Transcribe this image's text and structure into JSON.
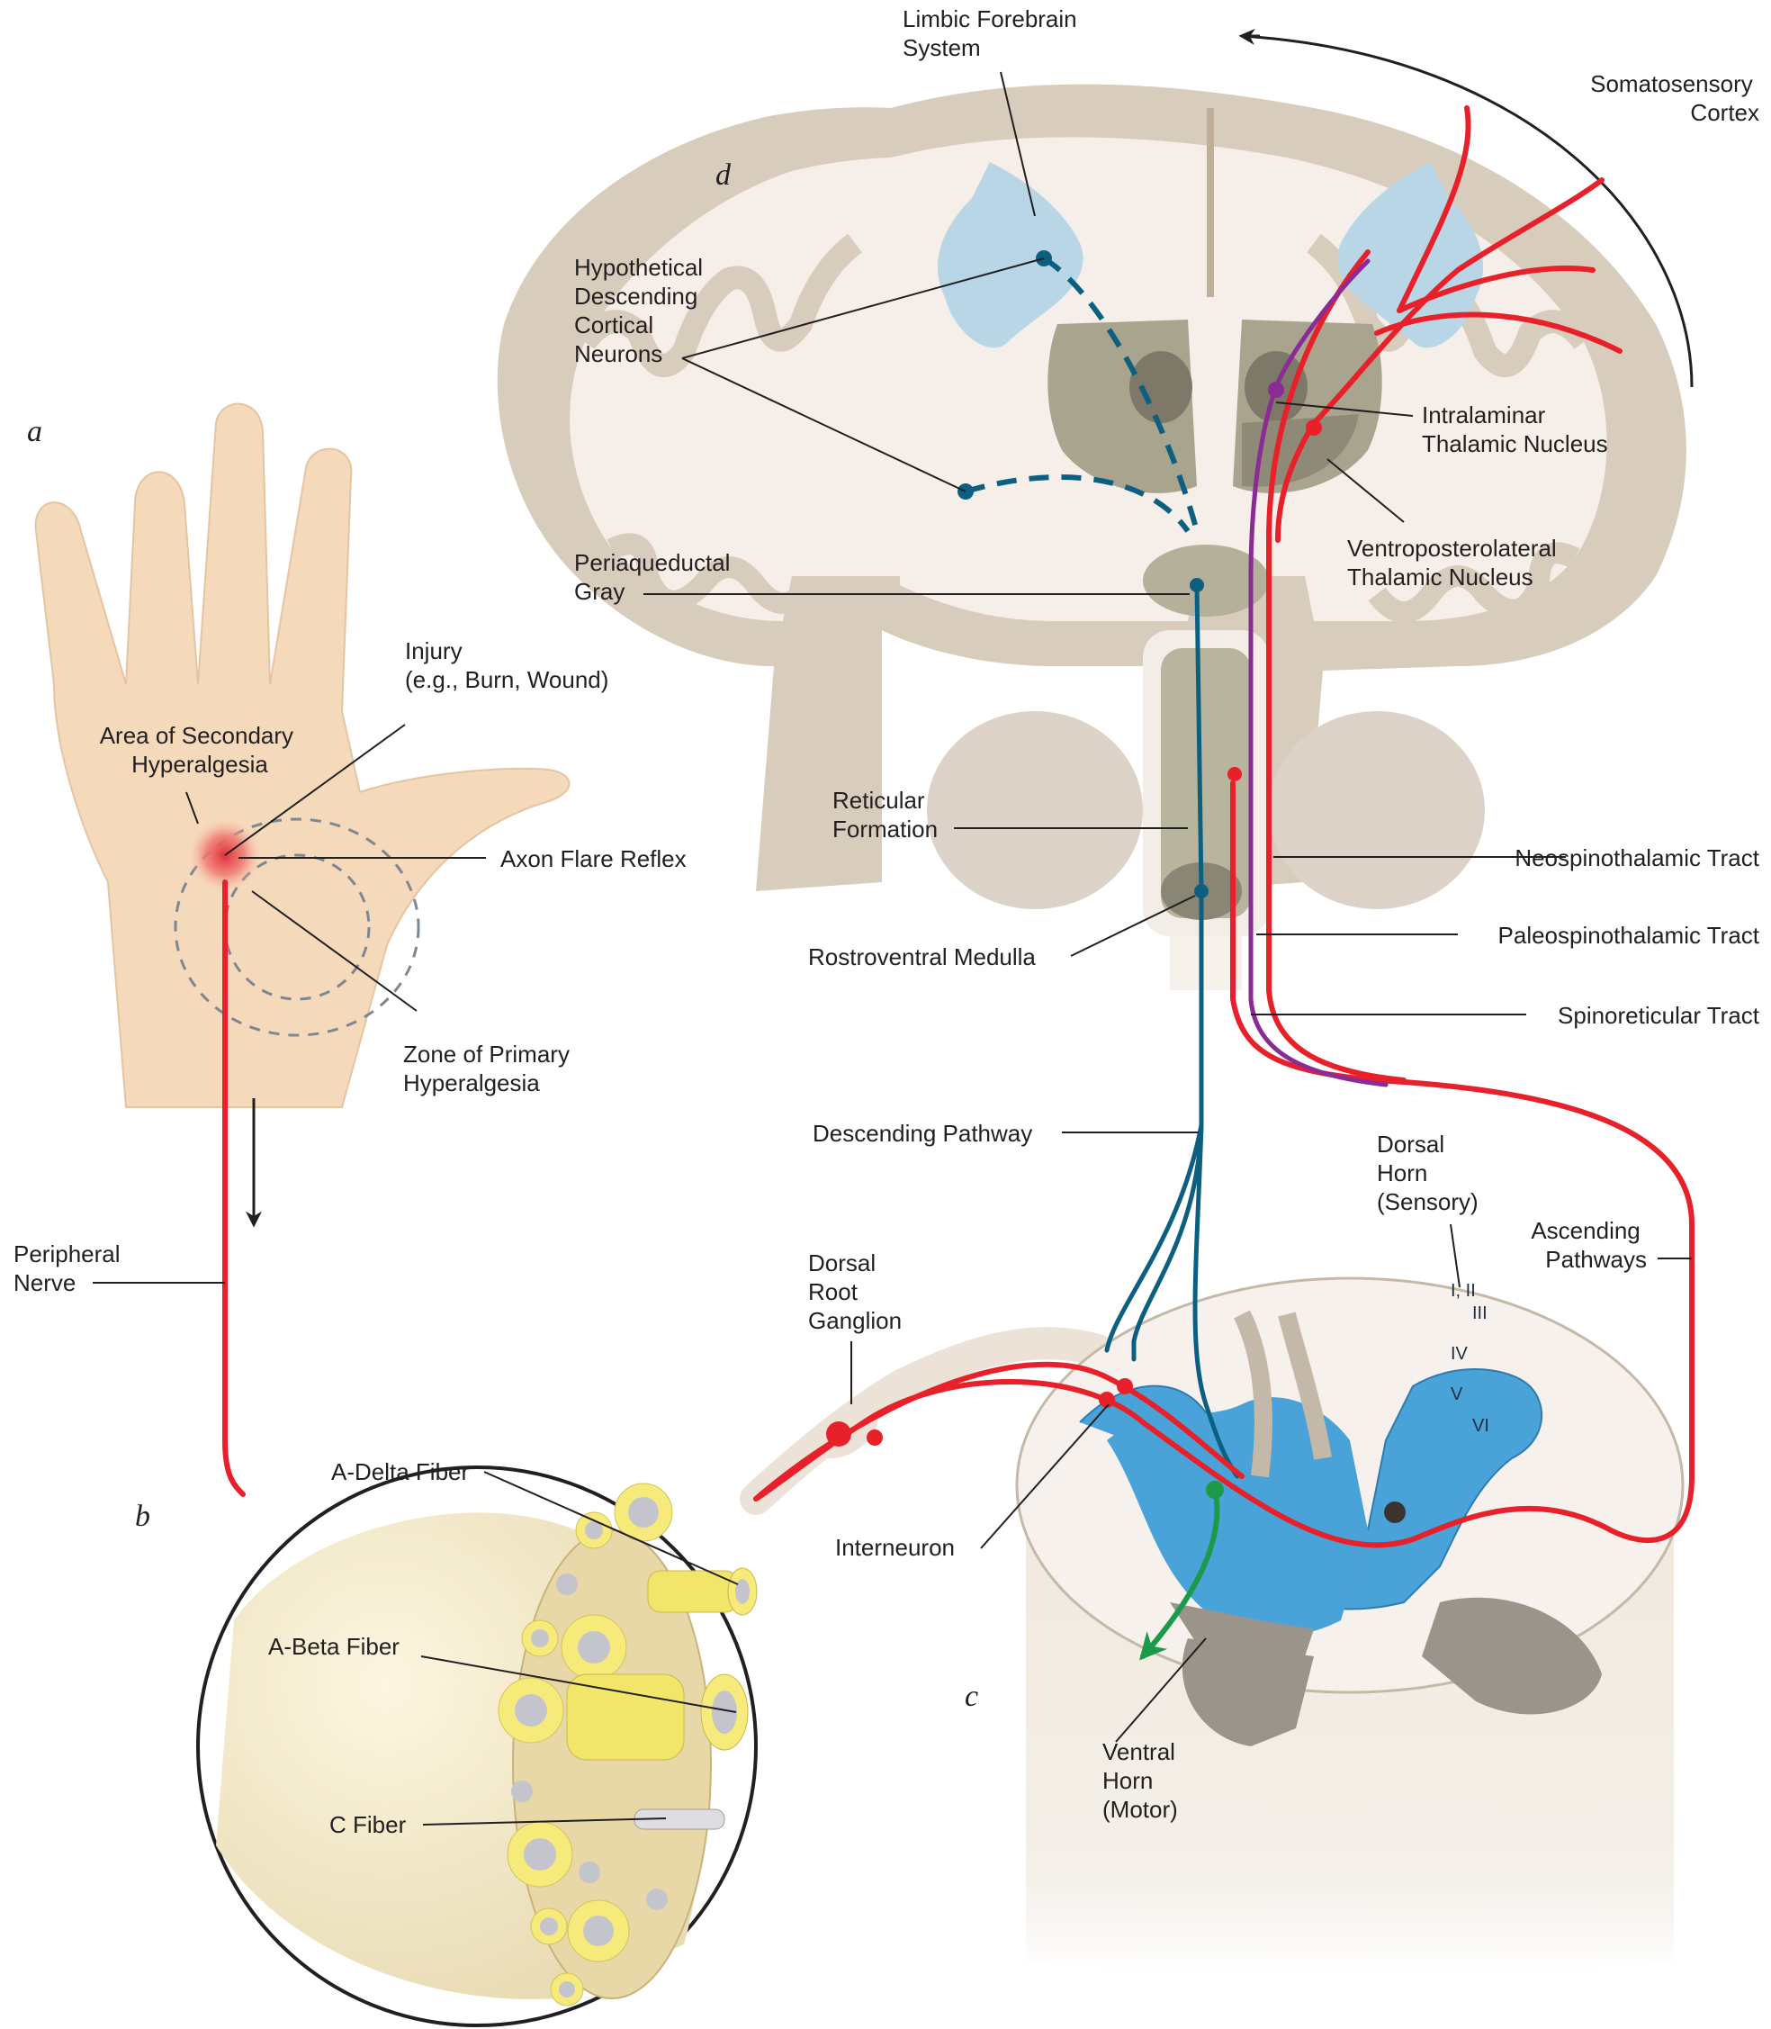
{
  "figure": {
    "panels": {
      "a": "a",
      "b": "b",
      "c": "c",
      "d": "d"
    },
    "colors": {
      "ascending_red": "#e8202a",
      "paleospinothalamic_purple": "#8a2b96",
      "descending_teal": "#0d5f80",
      "motor_green": "#1b9a4a",
      "dorsal_horn_blue": "#4aa3d8",
      "limbic_blue": "#b9d6e6",
      "cortex_tan": "#d8ccbc",
      "thalamus_olive": "#a8a48e",
      "skin": "#f5d9bb"
    },
    "labels": {
      "limbic": [
        "Limbic Forebrain",
        "System"
      ],
      "somatosensory": [
        "Somatosensory",
        "Cortex"
      ],
      "hypothetical": [
        "Hypothetical",
        "Descending",
        "Cortical",
        "Neurons"
      ],
      "intralaminar": [
        "Intralaminar",
        "Thalamic Nucleus"
      ],
      "vpl": [
        "Ventroposterolateral",
        "Thalamic Nucleus"
      ],
      "periaqueductal": [
        "Periaqueductal",
        "Gray"
      ],
      "injury": [
        "Injury",
        "(e.g., Burn, Wound)"
      ],
      "secondary": [
        "Area of Secondary",
        "Hyperalgesia"
      ],
      "axon_flare": "Axon Flare Reflex",
      "primary": [
        "Zone of Primary",
        "Hyperalgesia"
      ],
      "reticular": [
        "Reticular",
        "Formation"
      ],
      "neospino": "Neospinothalamic Tract",
      "rostroventral": "Rostroventral Medulla",
      "paleospino": "Paleospinothalamic Tract",
      "spinoreticular": "Spinoreticular Tract",
      "descending": "Descending Pathway",
      "dorsal_horn": [
        "Dorsal",
        "Horn",
        "(Sensory)"
      ],
      "ascending": [
        "Ascending",
        "Pathways"
      ],
      "peripheral": [
        "Peripheral",
        "Nerve"
      ],
      "drg": [
        "Dorsal",
        "Root",
        "Ganglion"
      ],
      "a_delta": "A-Delta Fiber",
      "a_beta": "A-Beta Fiber",
      "c_fiber": "C Fiber",
      "interneuron": "Interneuron",
      "ventral_horn": [
        "Ventral",
        "Horn",
        "(Motor)"
      ],
      "laminae": [
        "I, II",
        "III",
        "IV",
        "V",
        "VI"
      ]
    }
  }
}
